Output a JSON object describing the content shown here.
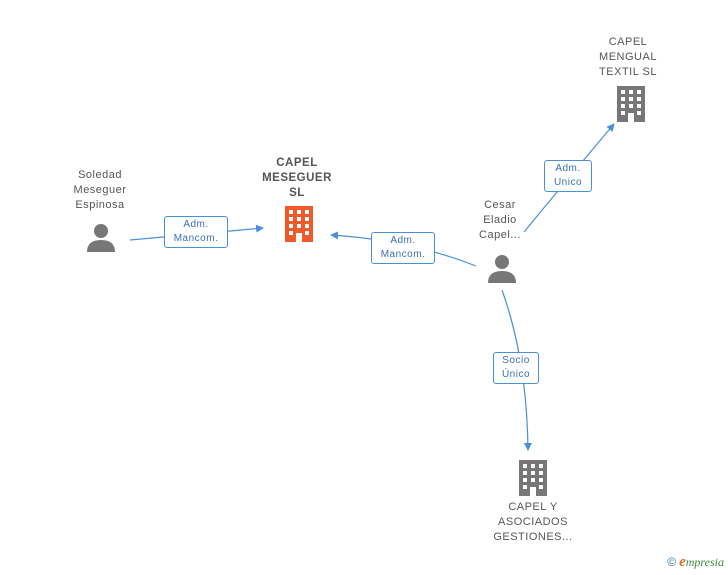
{
  "nodes": {
    "capel_meseguer": {
      "lines": [
        "CAPEL",
        "MESEGUER",
        "SL"
      ],
      "kind": "company",
      "highlight": true
    },
    "capel_mengual": {
      "lines": [
        "CAPEL",
        "MENGUAL",
        "TEXTIL SL"
      ],
      "kind": "company"
    },
    "capel_asociados": {
      "lines": [
        "CAPEL Y",
        "ASOCIADOS",
        "GESTIONES..."
      ],
      "kind": "company"
    },
    "soledad": {
      "lines": [
        "Soledad",
        "Meseguer",
        "Espinosa"
      ],
      "kind": "person"
    },
    "cesar": {
      "lines": [
        "Cesar",
        "Eladio",
        "Capel..."
      ],
      "kind": "person"
    }
  },
  "edges": {
    "soledad_meseguer": {
      "lines": [
        "Adm.",
        "Mancom."
      ]
    },
    "cesar_meseguer": {
      "lines": [
        "Adm.",
        "Mancom."
      ]
    },
    "cesar_mengual": {
      "lines": [
        "Adm.",
        "Unico"
      ]
    },
    "cesar_asociados": {
      "lines": [
        "Socio",
        "Único"
      ]
    }
  },
  "colors": {
    "edge": "#4a90d9",
    "company_main": "#f05a28",
    "company": "#777777",
    "person": "#777777"
  },
  "footer": {
    "copyright": "©",
    "brand_initial": "e",
    "brand_rest": "mpresia"
  }
}
